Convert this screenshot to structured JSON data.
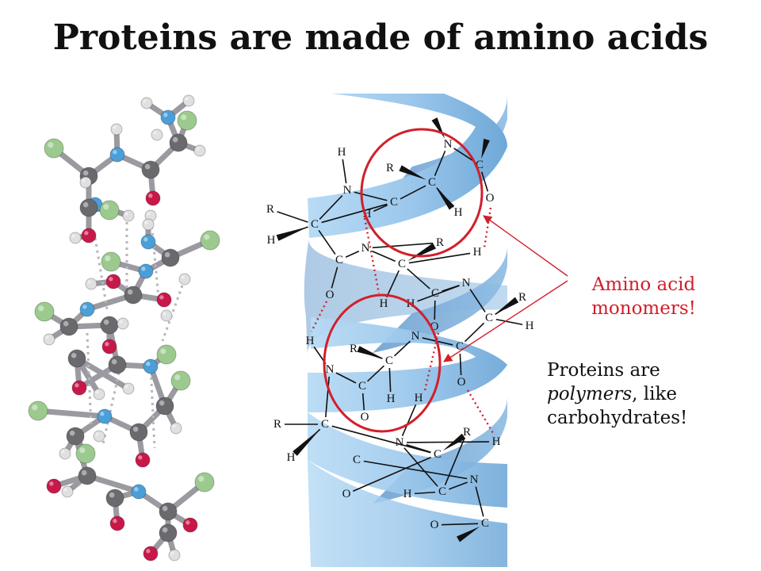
{
  "title": "Proteins are made of amino acids",
  "callouts": {
    "amino_line1": "Amino acid",
    "amino_line2": "monomers!",
    "poly_line1": "Proteins are",
    "poly_italic": "polymers",
    "poly_line2_rest": ", like",
    "poly_line3": "carbohydrates!"
  },
  "atom_labels": {
    "N": "N",
    "C": "C",
    "O": "O",
    "H": "H",
    "R": "R"
  },
  "colors": {
    "helix_ribbon": "#9cc8ec",
    "highlight": "#d21f2a",
    "carbon": "#6a6a6e",
    "nitrogen": "#4a9fd8",
    "oxygen": "#c8184a",
    "hydrogen": "#e0e0e0",
    "r_group": "#9cca8e"
  }
}
